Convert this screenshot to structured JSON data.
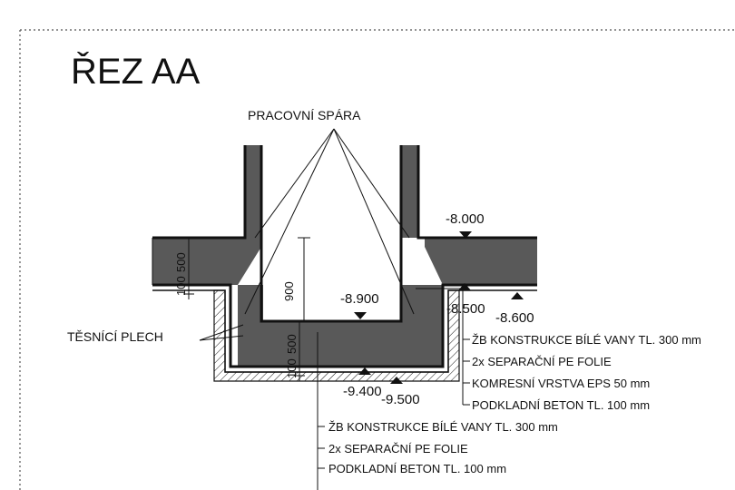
{
  "title": "ŘEZ AA",
  "labels": {
    "pracovni_spara": "PRACOVNÍ SPÁRA",
    "tesnici_plech": "TĚSNÍCÍ PLECH"
  },
  "levels": {
    "l_8000": "-8.000",
    "l_8900": "-8.900",
    "l_8500": "-8.500",
    "l_8600": "-8.600",
    "l_9400": "-9.400",
    "l_9500": "-9.500"
  },
  "dimensions": {
    "d900": "900",
    "d500_upper": "500",
    "d100_upper": "100",
    "d500_lower": "500",
    "d100_lower": "100"
  },
  "legend_right": [
    "ŽB KONSTRUKCE BÍLÉ VANY TL. 300 mm",
    "2x SEPARAČNÍ PE FOLIE",
    "KOMRESNÍ VRSTVA EPS 50 mm",
    "PODKLADNÍ BETON TL. 100 mm"
  ],
  "legend_bottom": [
    "ŽB KONSTRUKCE BÍLÉ VANY TL. 300 mm",
    "2x SEPARAČNÍ PE FOLIE",
    "PODKLADNÍ BETON TL. 100 mm"
  ],
  "colors": {
    "concrete": "#595959",
    "line": "#111111",
    "frame": "#555555"
  }
}
